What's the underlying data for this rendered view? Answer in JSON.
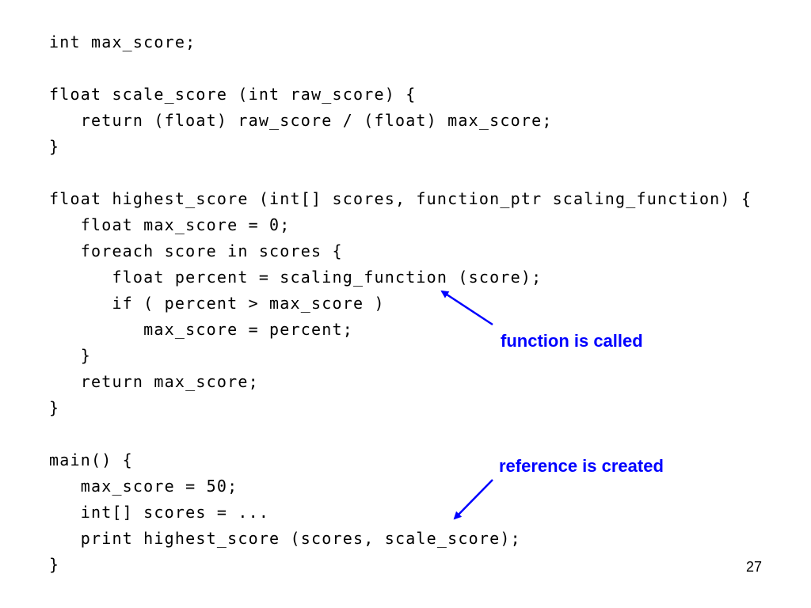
{
  "code_lines": [
    "int max_score;",
    "",
    "float scale_score (int raw_score) {",
    "   return (float) raw_score / (float) max_score;",
    "}",
    "",
    "float highest_score (int[] scores, function_ptr scaling_function) {",
    "   float max_score = 0;",
    "   foreach score in scores {",
    "      float percent = scaling_function (score);",
    "      if ( percent > max_score )",
    "         max_score = percent;",
    "   }",
    "   return max_score;",
    "}",
    "",
    "main() {",
    "   max_score = 50;",
    "   int[] scores = ...",
    "   print highest_score (scores, scale_score);",
    "}"
  ],
  "annotations": {
    "function_called": "function is called",
    "reference_created": "reference is created"
  },
  "page_number": "27",
  "colors": {
    "annotation": "#0000ff",
    "code": "#000000",
    "background": "#ffffff"
  }
}
